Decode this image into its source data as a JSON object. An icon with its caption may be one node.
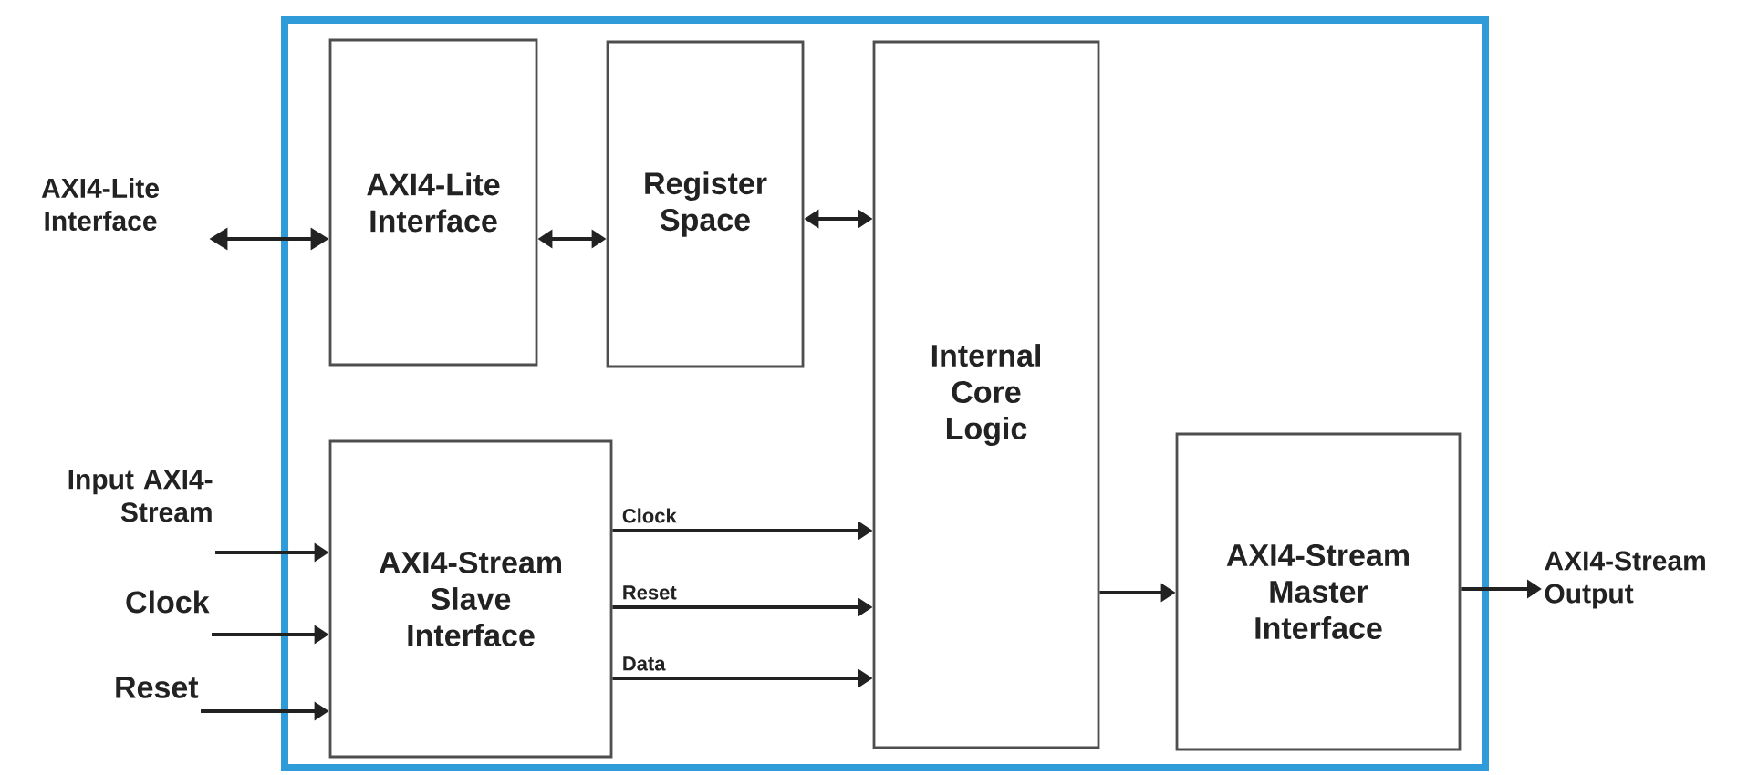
{
  "diagram": {
    "nodes": [
      {
        "text": [],
        "shape": "box"
      },
      {
        "text": [
          "AXI4-Lite Interface"
        ],
        "in": 0
      },
      {
        "text": [
          "Register Space"
        ],
        "in": 0
      },
      {
        "text": [
          "Internal Core Logic"
        ],
        "in": 0
      },
      {
        "text": [
          "AXI4-Stream Slave Interface"
        ],
        "in": 0
      },
      {
        "text": [
          "AXI4-Stream Master Interface"
        ],
        "in": 0
      },
      {
        "text": [
          "AXI4-Lite Interface"
        ]
      },
      {
        "text": [
          "Input AXI4-Stream"
        ]
      },
      {
        "text": [
          "Clock"
        ]
      },
      {
        "text": [
          "Reset"
        ]
      },
      {
        "text": [
          "AXI4-Stream Output"
        ]
      }
    ],
    "edges": [
      {
        "from": 6,
        "to": 1,
        "arrow": "both"
      },
      {
        "from": 1,
        "to": 2,
        "arrow": "both"
      },
      {
        "from": 2,
        "to": 3,
        "arrow": "both"
      },
      {
        "from": 7,
        "to": 4,
        "arrow": "to"
      },
      {
        "from": 8,
        "to": 4,
        "arrow": "to"
      },
      {
        "from": 9,
        "to": 4,
        "arrow": "to"
      },
      {
        "from": 4,
        "to": 3,
        "label": "Clock",
        "arrow": "to"
      },
      {
        "from": 4,
        "to": 3,
        "label": "Reset",
        "arrow": "to"
      },
      {
        "from": 4,
        "to": 3,
        "label": "Data",
        "arrow": "to"
      },
      {
        "from": 3,
        "to": 5,
        "arrow": "to"
      },
      {
        "from": 5,
        "to": 10,
        "arrow": "to"
      }
    ]
  }
}
